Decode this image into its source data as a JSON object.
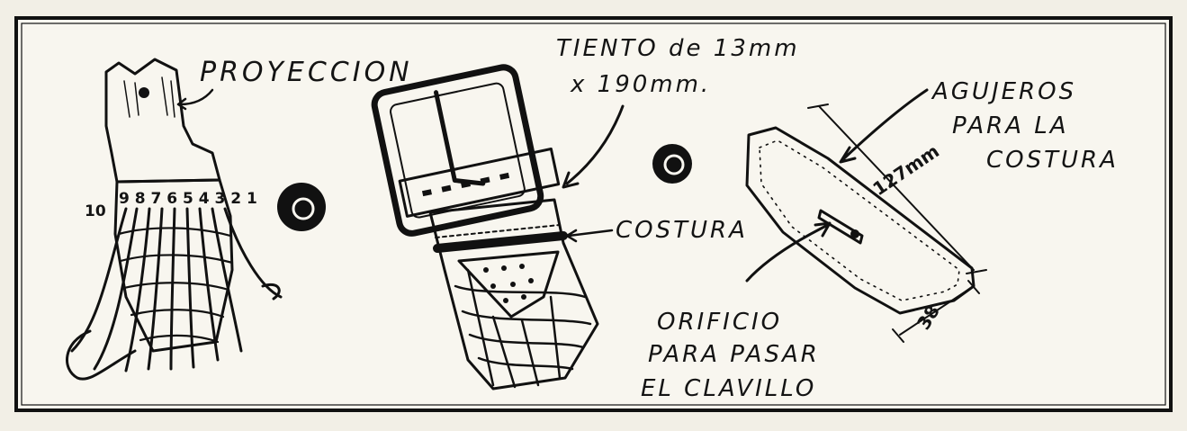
{
  "labels": {
    "proyeccion": "PROYECCION",
    "tiento_line1": "TIENTO de 13mm",
    "tiento_line2": "x 190mm.",
    "costura": "COSTURA",
    "agujeros_line1": "AGUJEROS",
    "agujeros_line2": "PARA LA",
    "agujeros_line3": "COSTURA",
    "orificio_line1": "ORIFICIO",
    "orificio_line2": "PARA PASAR",
    "orificio_line3": "EL CLAVILLO"
  },
  "dimensions": {
    "length": "127mm",
    "width": "38"
  },
  "strand_numbers": {
    "ten": "10",
    "row": "9 8 7 6 5 4 3 2 1"
  }
}
